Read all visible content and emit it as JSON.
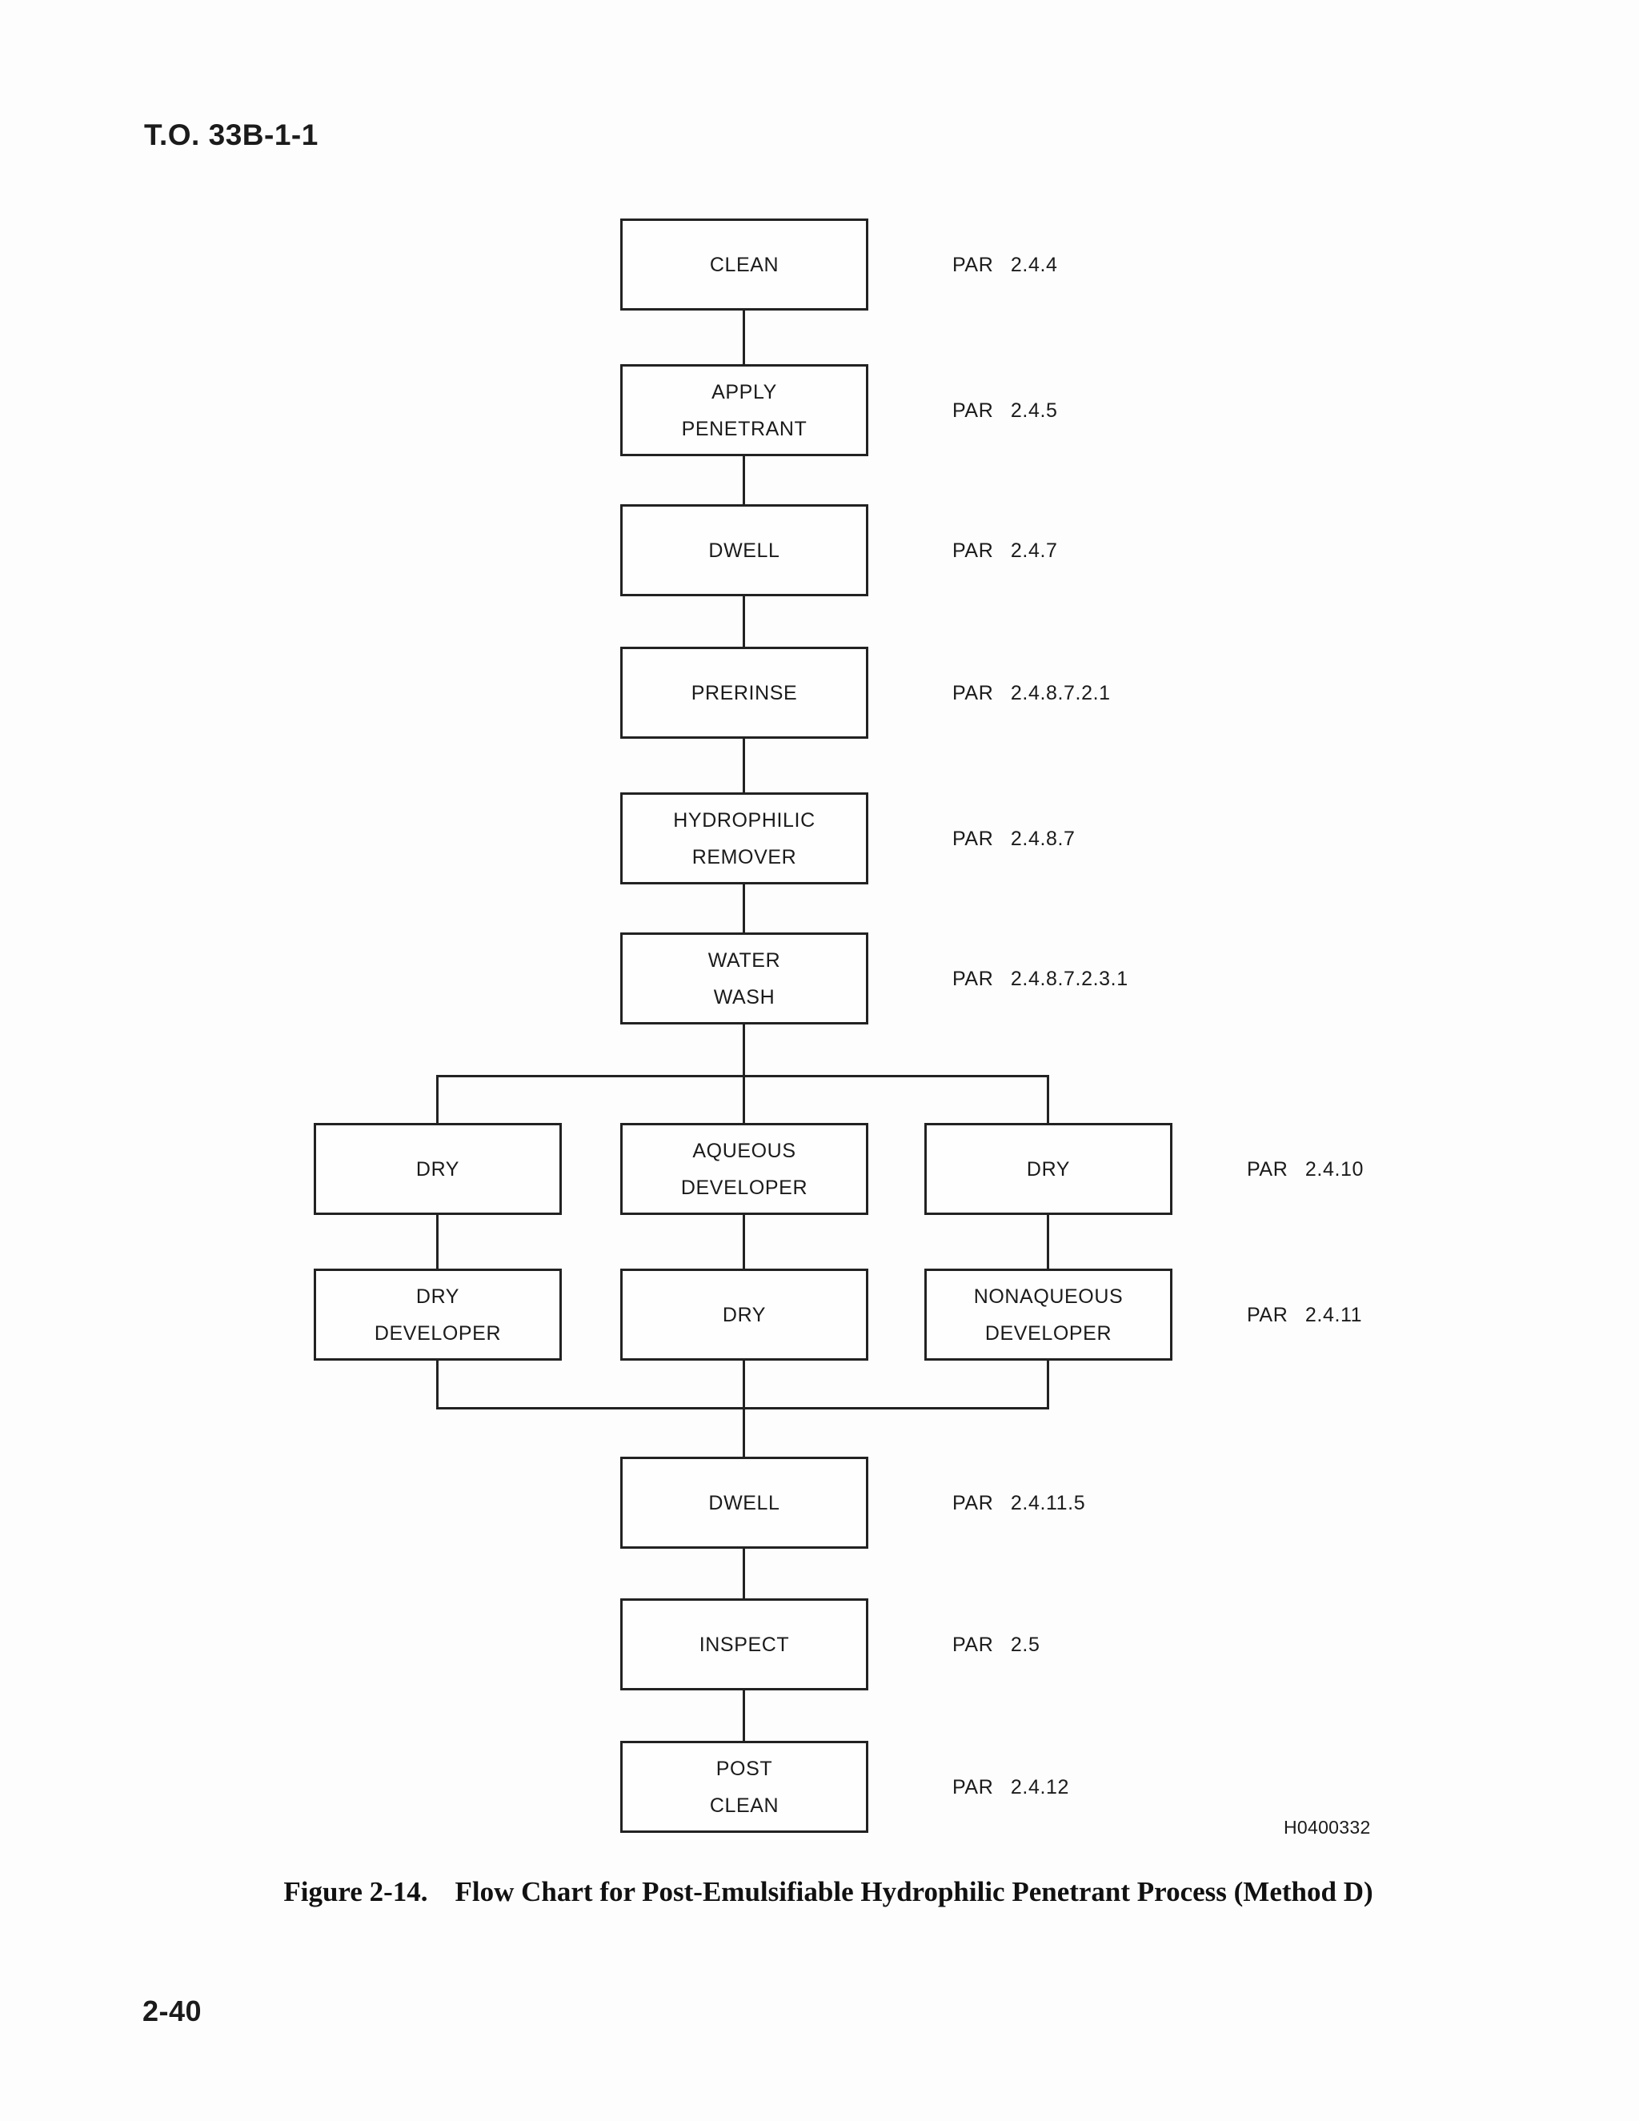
{
  "page": {
    "header_title": "T.O. 33B-1-1",
    "page_number": "2-40",
    "figure_code": "H0400332",
    "caption": {
      "figure_label": "Figure 2-14.",
      "figure_title": "Flow Chart for Post-Emulsifiable Hydrophilic Penetrant Process (Method D)"
    }
  },
  "flowchart": {
    "main_steps": [
      {
        "id": "clean",
        "lines": [
          "CLEAN"
        ],
        "par": "PAR 2.4.4"
      },
      {
        "id": "apply-penetrant",
        "lines": [
          "APPLY",
          "PENETRANT"
        ],
        "par": "PAR 2.4.5"
      },
      {
        "id": "dwell",
        "lines": [
          "DWELL"
        ],
        "par": "PAR 2.4.7"
      },
      {
        "id": "prerinse",
        "lines": [
          "PRERINSE"
        ],
        "par": "PAR 2.4.8.7.2.1"
      },
      {
        "id": "hydrophilic-remover",
        "lines": [
          "HYDROPHILIC",
          "REMOVER"
        ],
        "par": "PAR 2.4.8.7"
      },
      {
        "id": "water-wash",
        "lines": [
          "WATER",
          "WASH"
        ],
        "par": "PAR 2.4.8.7.2.3.1"
      }
    ],
    "branch_rows": [
      {
        "par": "PAR 2.4.10",
        "boxes": [
          {
            "id": "dry-left",
            "lines": [
              "DRY"
            ]
          },
          {
            "id": "aqueous-developer",
            "lines": [
              "AQUEOUS",
              "DEVELOPER"
            ]
          },
          {
            "id": "dry-right",
            "lines": [
              "DRY"
            ]
          }
        ]
      },
      {
        "par": "PAR 2.4.11",
        "boxes": [
          {
            "id": "dry-developer",
            "lines": [
              "DRY",
              "DEVELOPER"
            ]
          },
          {
            "id": "dry-middle",
            "lines": [
              "DRY"
            ]
          },
          {
            "id": "nonaqueous-developer",
            "lines": [
              "NONAQUEOUS",
              "DEVELOPER"
            ]
          }
        ]
      }
    ],
    "final_steps": [
      {
        "id": "dwell-2",
        "lines": [
          "DWELL"
        ],
        "par": "PAR 2.4.11.5"
      },
      {
        "id": "inspect",
        "lines": [
          "INSPECT"
        ],
        "par": "PAR 2.5"
      },
      {
        "id": "post-clean",
        "lines": [
          "POST",
          "CLEAN"
        ],
        "par": "PAR 2.4.12"
      }
    ]
  }
}
